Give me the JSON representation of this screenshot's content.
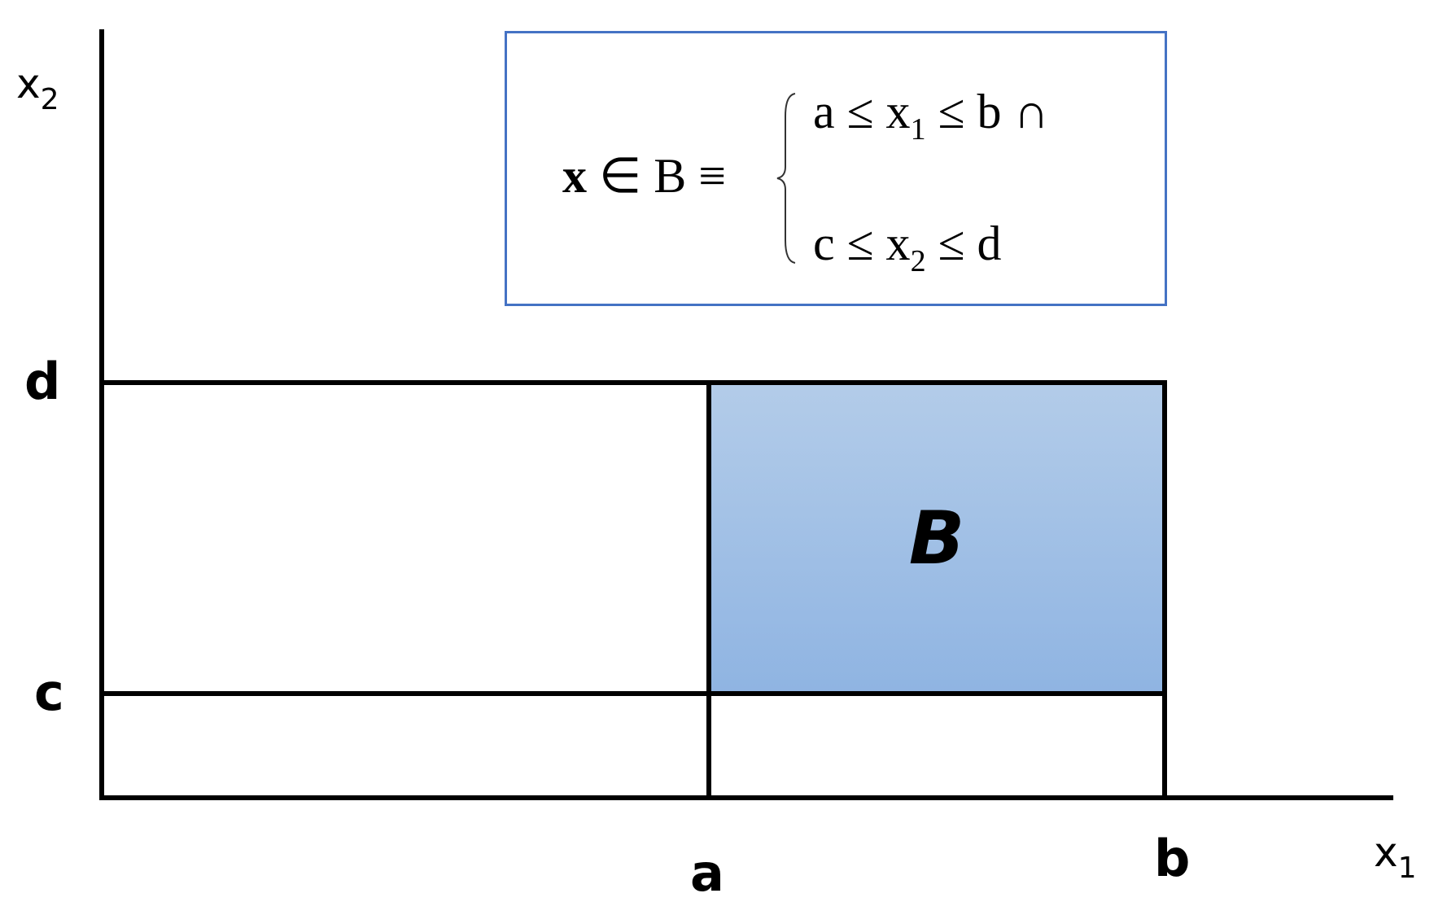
{
  "diagram": {
    "axes": {
      "x_label": {
        "base": "x",
        "subscript": "1"
      },
      "y_label": {
        "base": "x",
        "subscript": "2"
      }
    },
    "bounds": {
      "x_lower": "a",
      "x_upper": "b",
      "y_lower": "c",
      "y_upper": "d"
    },
    "region": {
      "label": "B",
      "fill_top": "#b3cce9",
      "fill_bottom": "#8fb4e2"
    },
    "formula": {
      "lhs_var": "x",
      "lhs_rest": " ∈ B ≡ ",
      "border_color": "#4472c4",
      "conditions": [
        {
          "pre": "a ≤ x",
          "sub": "1",
          "post": " ≤ b ∩"
        },
        {
          "pre": "c ≤ x",
          "sub": "2",
          "post": " ≤ d"
        }
      ]
    }
  }
}
